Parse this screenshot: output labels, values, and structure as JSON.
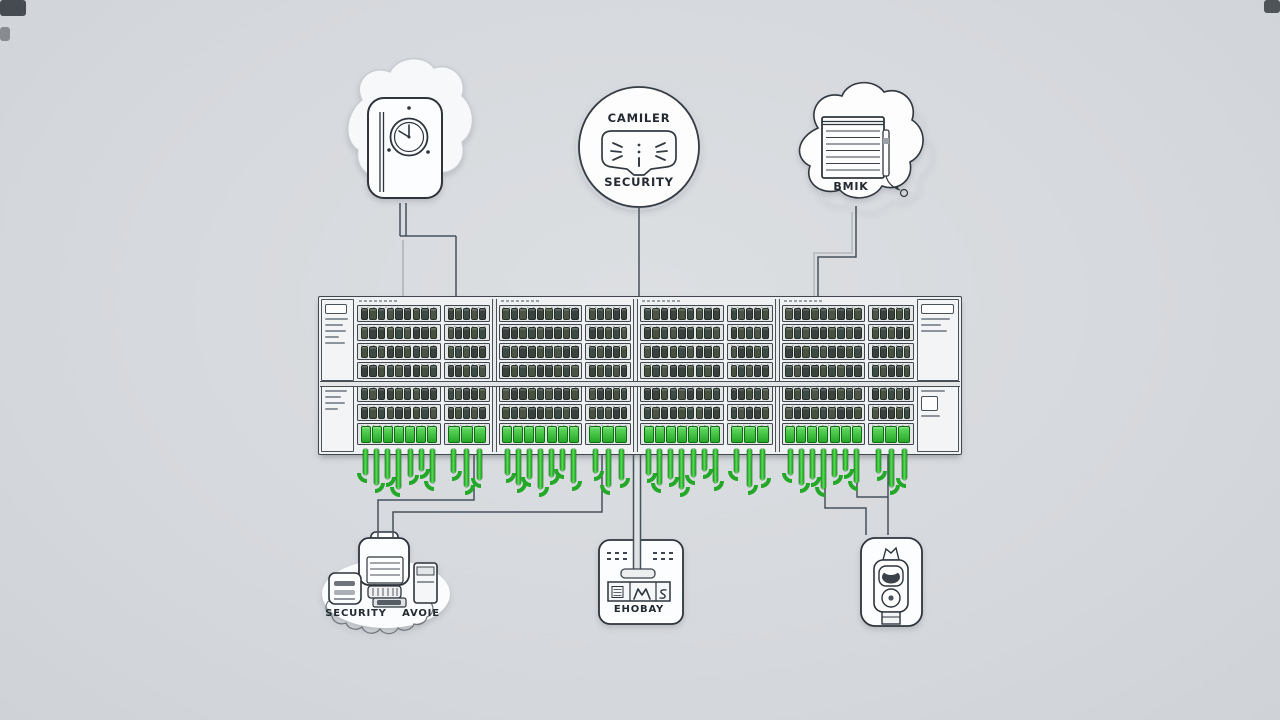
{
  "colors": {
    "background": "#d5d8dc",
    "panel_face": "#eff1f2",
    "ink": "#2d343c",
    "wire": "#47515b",
    "accent_green": "#2fb92f"
  },
  "clouds": {
    "left": {
      "icon": "camera-timer"
    },
    "middle": {
      "title": "CAMILER",
      "subtitle": "SECURITY",
      "icon": "alarm-flash"
    },
    "right": {
      "label": "BMIK",
      "icon": "ledger-pen"
    }
  },
  "devices": {
    "left": {
      "label_left": "SECURITY",
      "label_right": "AVOIE",
      "icon": "recorder-stack"
    },
    "middle": {
      "label": "EHOBAY",
      "icon": "io-gateway"
    },
    "right": {
      "icon": "video-intercom"
    }
  },
  "switch_panel": {
    "groups": [
      {
        "wide": {
          "ports": 9,
          "green": 7
        },
        "narrow": {
          "ports": 5,
          "green": 3
        }
      },
      {
        "wide": {
          "ports": 9,
          "green": 7
        },
        "narrow": {
          "ports": 5,
          "green": 3
        }
      },
      {
        "wide": {
          "ports": 9,
          "green": 7
        },
        "narrow": {
          "ports": 5,
          "green": 3
        }
      },
      {
        "wide": {
          "ports": 9,
          "green": 7
        },
        "narrow": {
          "ports": 5,
          "green": 3
        }
      }
    ],
    "port_palette": [
      "#3b433d",
      "#46523f",
      "#3d4b45",
      "#4b5547",
      "#39413f"
    ],
    "green": "#2fb92f",
    "cable_heights": [
      26,
      36,
      30,
      40,
      28,
      22,
      34,
      24,
      38,
      31
    ]
  }
}
